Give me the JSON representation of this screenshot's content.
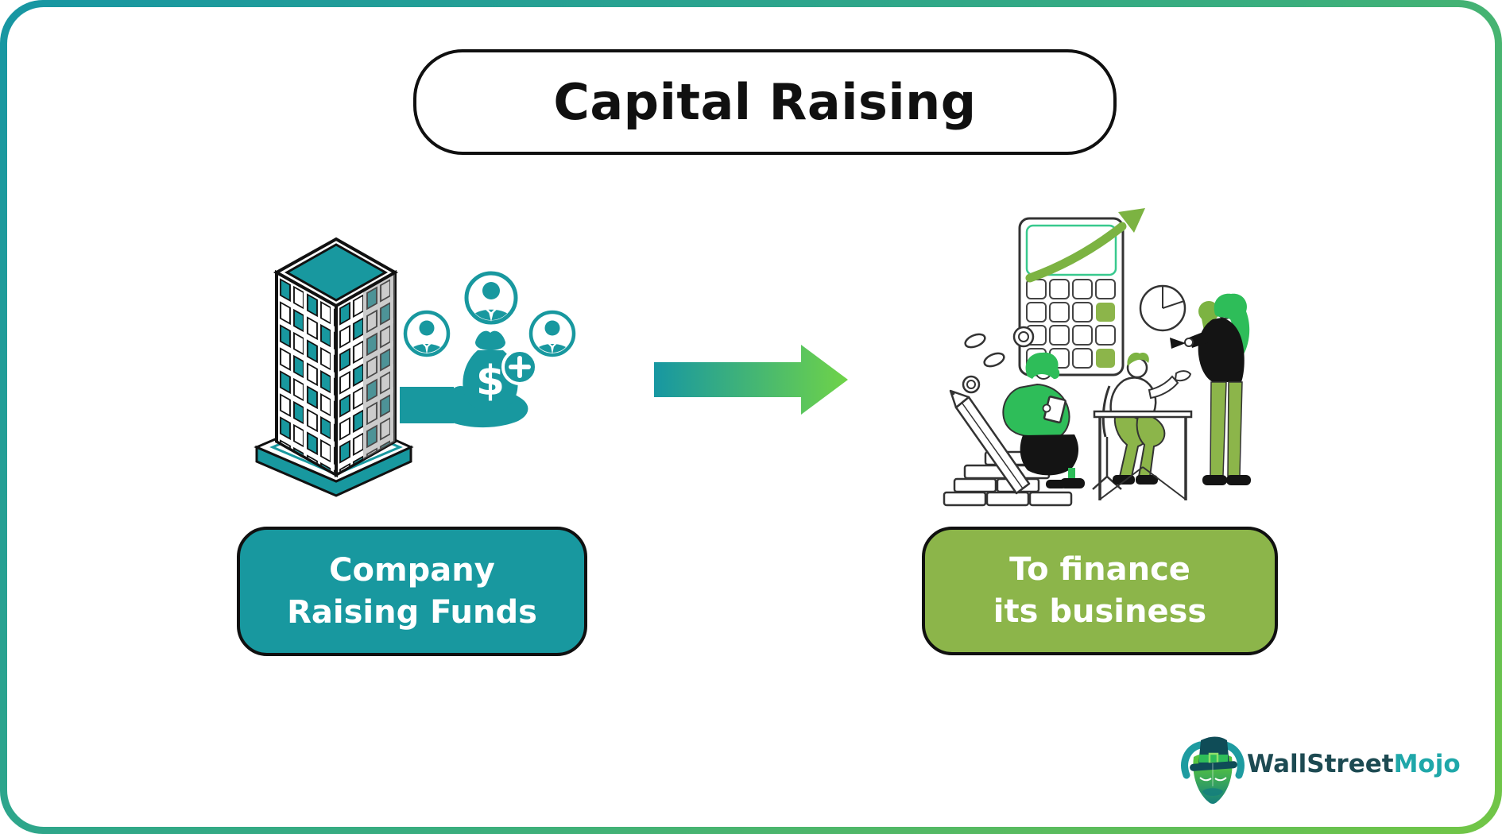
{
  "title": {
    "text": "Capital Raising"
  },
  "flow": {
    "source": {
      "label": "Company Raising Funds",
      "lines": [
        "Company",
        "Raising Funds"
      ]
    },
    "target": {
      "label": "To finance its business",
      "lines": [
        "To finance",
        "its business"
      ]
    }
  },
  "arrow": {
    "direction": "right"
  },
  "colors": {
    "teal": "#18989F",
    "olive_green": "#8CB54A",
    "bright_green": "#2EBD59",
    "arrow_gradient_start": "#1797A2",
    "arrow_gradient_end": "#6FD348",
    "frame_gradient_start": "#1796A3",
    "frame_gradient_end": "#72C646",
    "logo_dark": "#1D4A52",
    "logo_teal": "#1FA7A9"
  },
  "illustrations": {
    "left": {
      "name": "company-building-with-hand-holding-money-bag-and-investors",
      "currency_symbol": "$",
      "icons": [
        "office-building-icon",
        "hand-holding-money-bag-icon",
        "investor-avatar-icon",
        "plus-badge-icon",
        "dollar-sign"
      ]
    },
    "right": {
      "name": "team-analyzing-business-finances",
      "icons": [
        "calculator-icon",
        "growth-arrow-icon",
        "pie-chart-icon",
        "speech-bubble-icon",
        "coins-icon",
        "pencil-icon",
        "coin-stack-icon",
        "person-reading-tablet",
        "person-at-desk",
        "person-standing"
      ]
    }
  },
  "logo": {
    "brand_first": "WallStreet",
    "brand_second": "Mojo"
  }
}
